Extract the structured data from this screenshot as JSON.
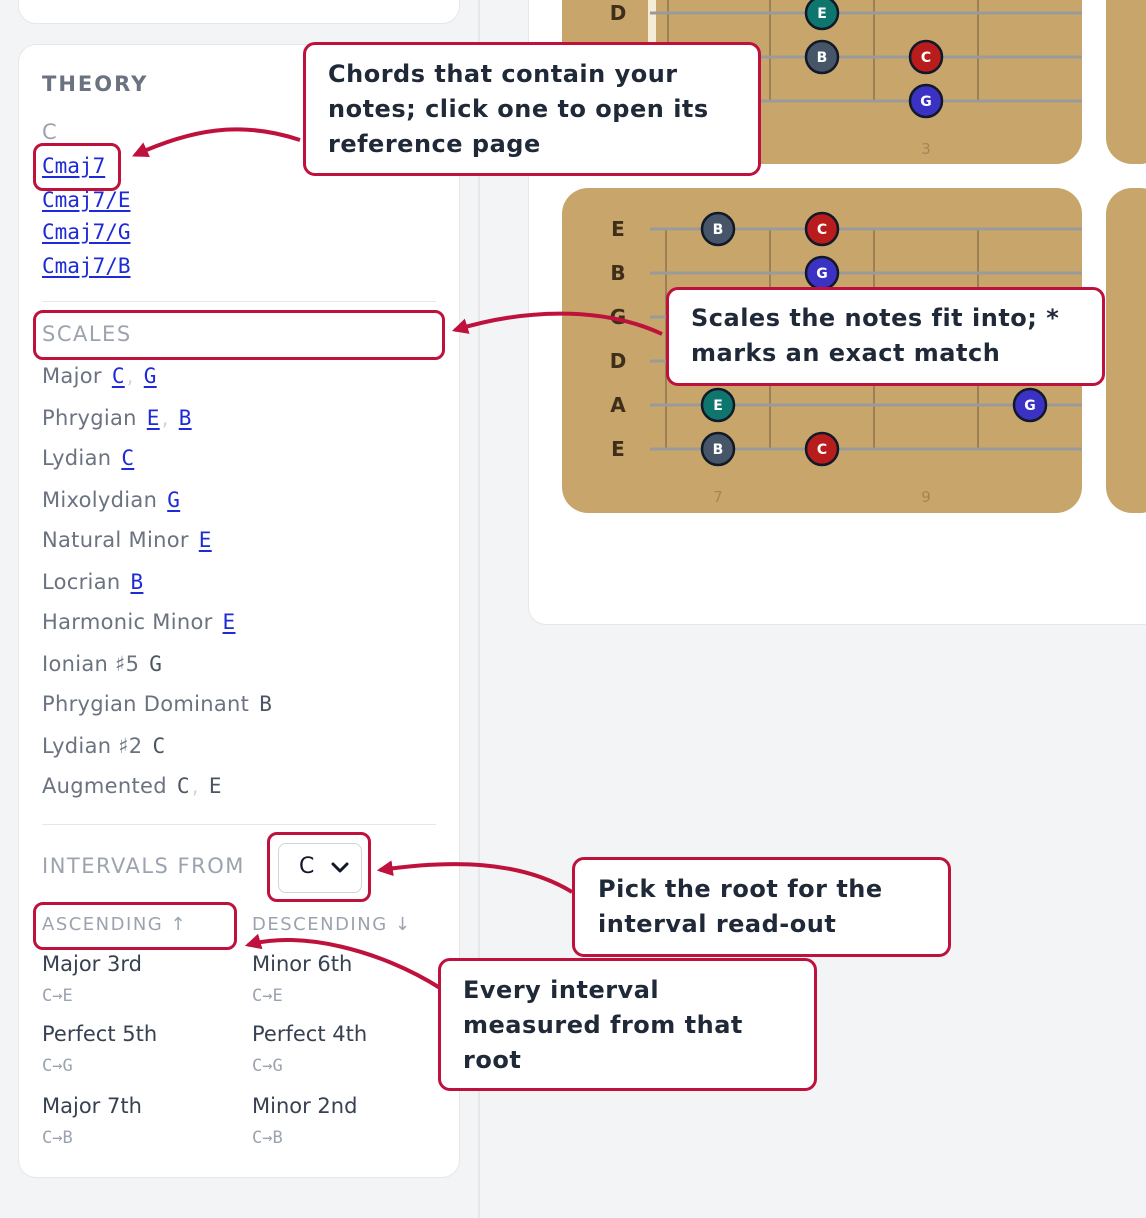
{
  "theory": {
    "title": "THEORY",
    "base_note": "C",
    "chords": [
      "Cmaj7",
      "Cmaj7/E",
      "Cmaj7/G",
      "Cmaj7/B"
    ]
  },
  "scales": {
    "title": "SCALES",
    "items": [
      {
        "name": "Major",
        "roots": [
          "C",
          "G"
        ],
        "linked": true
      },
      {
        "name": "Phrygian",
        "roots": [
          "E",
          "B"
        ],
        "linked": true
      },
      {
        "name": "Lydian",
        "roots": [
          "C"
        ],
        "linked": true
      },
      {
        "name": "Mixolydian",
        "roots": [
          "G"
        ],
        "linked": true
      },
      {
        "name": "Natural Minor",
        "roots": [
          "E"
        ],
        "linked": true
      },
      {
        "name": "Locrian",
        "roots": [
          "B"
        ],
        "linked": true
      },
      {
        "name": "Harmonic Minor",
        "roots": [
          "E"
        ],
        "linked": true
      },
      {
        "name": "Ionian ♯5",
        "roots": [
          "G"
        ],
        "linked": false
      },
      {
        "name": "Phrygian Dominant",
        "roots": [
          "B"
        ],
        "linked": false
      },
      {
        "name": "Lydian ♯2",
        "roots": [
          "C"
        ],
        "linked": false
      },
      {
        "name": "Augmented",
        "roots": [
          "C",
          "E"
        ],
        "linked": false
      }
    ]
  },
  "intervals": {
    "title": "INTERVALS FROM",
    "root": "C",
    "ascending_label": "ASCENDING ↑",
    "descending_label": "DESCENDING ↓",
    "ascending": [
      {
        "name": "Major 3rd",
        "notes": "C→E"
      },
      {
        "name": "Perfect 5th",
        "notes": "C→G"
      },
      {
        "name": "Major 7th",
        "notes": "C→B"
      }
    ],
    "descending": [
      {
        "name": "Minor 6th",
        "notes": "C→E"
      },
      {
        "name": "Perfect 4th",
        "notes": "C→G"
      },
      {
        "name": "Minor 2nd",
        "notes": "C→B"
      }
    ]
  },
  "fretboard_top": {
    "string_labels": [
      "D"
    ],
    "fret_number": "3",
    "dots": [
      {
        "string": 0,
        "slot": 1,
        "note": "E",
        "color": "#0f766e"
      },
      {
        "string": 1,
        "slot": 1,
        "note": "B",
        "color": "#475569"
      },
      {
        "string": 1,
        "slot": 2,
        "note": "C",
        "color": "#b91c1c"
      },
      {
        "string": 2,
        "slot": 2,
        "note": "G",
        "color": "#3b32c4"
      }
    ]
  },
  "fretboard_bottom": {
    "string_labels": [
      "E",
      "B",
      "G",
      "D",
      "A",
      "E"
    ],
    "fret_numbers": [
      "7",
      "9"
    ],
    "dots": [
      {
        "string": 0,
        "slot": 0,
        "note": "B",
        "color": "#475569"
      },
      {
        "string": 0,
        "slot": 1,
        "note": "C",
        "color": "#b91c1c"
      },
      {
        "string": 1,
        "slot": 1,
        "note": "G",
        "color": "#3b32c4"
      },
      {
        "string": 4,
        "slot": 0,
        "note": "E",
        "color": "#0f766e"
      },
      {
        "string": 4,
        "slot": 3,
        "note": "G",
        "color": "#3b32c4"
      },
      {
        "string": 5,
        "slot": 0,
        "note": "B",
        "color": "#475569"
      },
      {
        "string": 5,
        "slot": 1,
        "note": "C",
        "color": "#b91c1c"
      }
    ]
  },
  "callouts": {
    "chords": "Chords that contain your notes; click one to open its reference page",
    "scales": "Scales the notes fit into; * marks an exact match",
    "root": "Pick the root for the interval read-out",
    "intervals": "Every interval measured from that root"
  },
  "colors": {
    "accent": "#be123c",
    "link": "#1d2bd6",
    "fretboard": "#c8a66b"
  }
}
